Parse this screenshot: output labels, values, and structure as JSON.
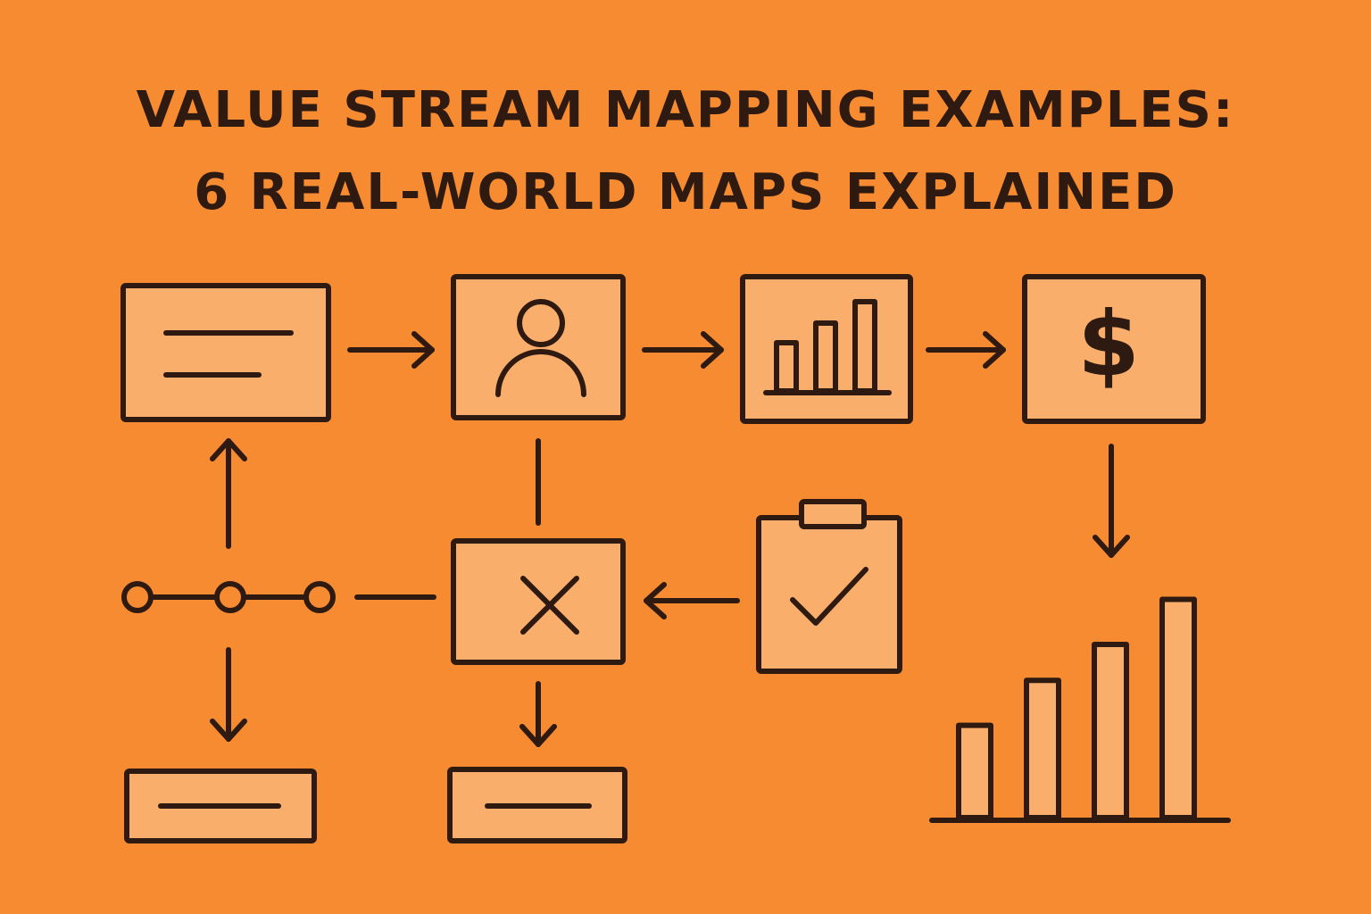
{
  "title": {
    "line1": "VALUE STREAM MAPPING EXAMPLES:",
    "line2": "6 REAL-WORLD MAPS EXPLAINED"
  },
  "colors": {
    "background": "#F68B32",
    "box_fill": "#F9AE6B",
    "ink": "#2E1A10"
  },
  "icons": {
    "document_box": "document-lines-icon",
    "user_box": "user-icon",
    "chart_box": "bar-chart-icon",
    "dollar_box": "dollar-icon",
    "dollar_symbol": "$",
    "reject_box": "x-mark-icon",
    "clipboard_box": "clipboard-check-icon",
    "timeline": "timeline-nodes-icon",
    "result_chart": "growth-bar-chart-icon"
  },
  "result_chart": {
    "bars_relative_heights": [
      0.41,
      0.61,
      0.77,
      0.97
    ]
  }
}
